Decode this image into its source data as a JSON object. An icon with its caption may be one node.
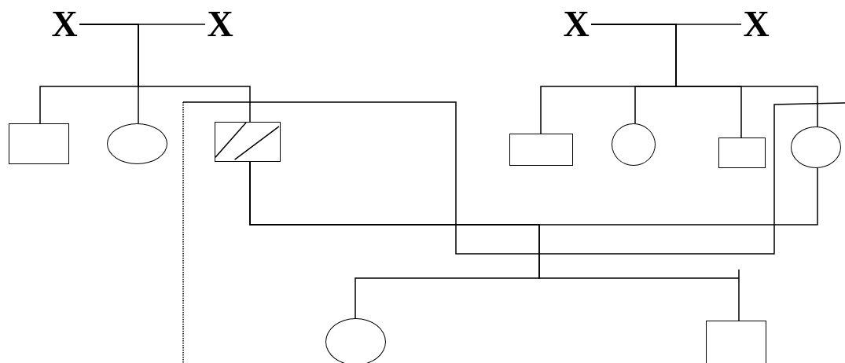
{
  "diagram": {
    "nodes": [
      {
        "text": [
          "X"
        ]
      },
      {
        "text": [
          "X"
        ]
      },
      {
        "text": [
          "X"
        ]
      },
      {
        "text": [
          "X"
        ]
      },
      {
        "text": [],
        "shape": "box"
      },
      {
        "text": [],
        "shape": "circle"
      },
      {
        "text": [],
        "shape": "box"
      },
      {
        "text": [],
        "shape": "box"
      },
      {
        "text": [],
        "shape": "circle"
      },
      {
        "text": [],
        "shape": "box"
      },
      {
        "text": [],
        "shape": "circle"
      },
      {
        "text": [],
        "shape": "circle"
      },
      {
        "text": [],
        "shape": "box"
      }
    ],
    "edges": [
      {
        "from": 0,
        "to": 1,
        "arrow": "none"
      },
      {
        "from": 0,
        "to": 4,
        "arrow": "none"
      },
      {
        "from": 0,
        "to": 5,
        "arrow": "none"
      },
      {
        "from": 0,
        "to": 6,
        "arrow": "none"
      },
      {
        "from": 2,
        "to": 3,
        "arrow": "none"
      },
      {
        "from": 2,
        "to": 7,
        "arrow": "none"
      },
      {
        "from": 2,
        "to": 8,
        "arrow": "none"
      },
      {
        "from": 2,
        "to": 9,
        "arrow": "none"
      },
      {
        "from": 2,
        "to": 10,
        "arrow": "none"
      },
      {
        "from": 6,
        "to": 10,
        "arrow": "none"
      },
      {
        "from": 6,
        "to": 11,
        "arrow": "none"
      },
      {
        "from": 6,
        "to": 12,
        "arrow": "none"
      }
    ]
  }
}
